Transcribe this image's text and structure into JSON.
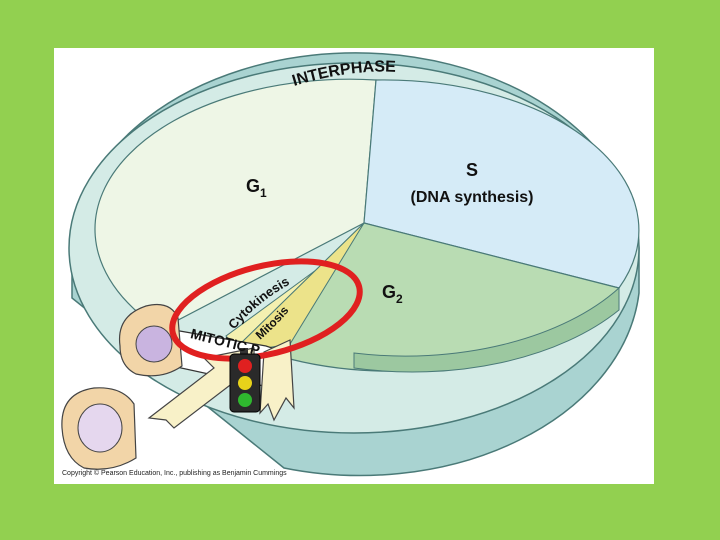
{
  "slide": {
    "background_color": "#92d050",
    "panel_color": "#ffffff"
  },
  "diagram": {
    "interphase_label": "INTERPHASE",
    "g1_label": "G",
    "g1_sub": "1",
    "s_label": "S",
    "s_detail": "(DNA synthesis)",
    "g2_label": "G",
    "g2_sub": "2",
    "cytokinesis_label": "Cytokinesis",
    "mitosis_label": "Mitosis",
    "mitotic_phase_label": "MITOTIC PHASE",
    "colors": {
      "rim_side": "#a9d3d1",
      "rim_top": "#d4ebe6",
      "g1": "#eef6e6",
      "s": "#d5ebf7",
      "g2": "#b9dcb3",
      "mitosis": "#f4f0b0",
      "highlight_ring": "#e02020"
    },
    "icons": [
      "cell-icon",
      "traffic-light-icon",
      "arrow-icon"
    ]
  },
  "footer": {
    "copyright": "Copyright © Pearson Education, Inc., publishing as Benjamin Cummings"
  }
}
